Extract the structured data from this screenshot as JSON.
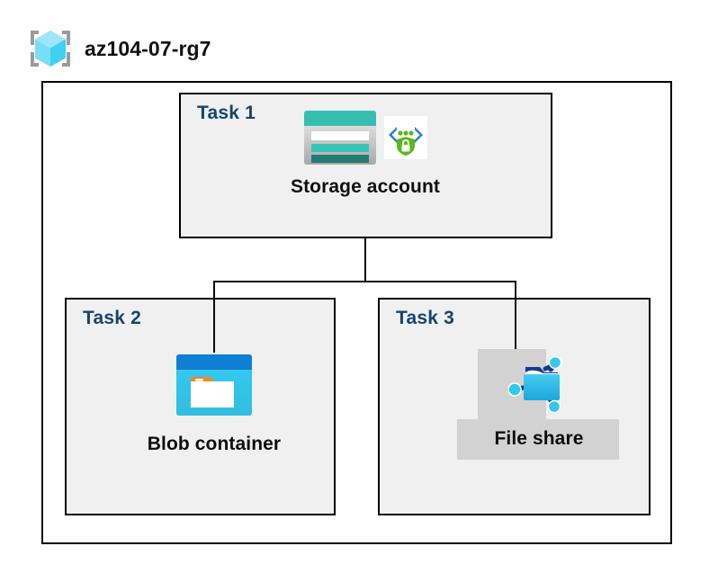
{
  "diagram": {
    "type": "azure-architecture",
    "resource_group": {
      "name": "az104-07-rg7",
      "icon": "resource-group-cube-icon"
    },
    "tasks": [
      {
        "id": "task1",
        "label": "Task 1",
        "node_caption": "Storage account",
        "icons": [
          "storage-account-icon",
          "secure-endpoint-shield-icon"
        ]
      },
      {
        "id": "task2",
        "label": "Task 2",
        "node_caption": "Blob container",
        "icons": [
          "blob-container-icon"
        ]
      },
      {
        "id": "task3",
        "label": "Task 3",
        "node_caption": "File share",
        "icons": [
          "file-share-folder-icon"
        ]
      }
    ],
    "connections": [
      {
        "from": "Storage account",
        "to": "Blob container"
      },
      {
        "from": "Storage account",
        "to": "File share"
      }
    ],
    "colors": {
      "task_label": "#12466f",
      "task_box_fill": "#f0f0f0",
      "frame_stroke": "#000000",
      "caption_text": "#0d0d0d",
      "storage_teal": "#36b7ac",
      "storage_teal_dark": "#227c74",
      "blob_blue": "#0f7fd4",
      "blob_cyan": "#32c8ef",
      "blob_tab_orange": "#f08a22",
      "fileshare_cyan": "#32c8ef",
      "fileshare_navy": "#143a8c",
      "shield_green": "#5bb918",
      "chevron_blue": "#2a7fd4",
      "fileshare_plate": "#d2d2d2",
      "rg_cube_light": "#9fe8fb",
      "rg_cube_mid": "#4fd2f5",
      "rg_bracket_gray": "#9b9b9b"
    }
  }
}
